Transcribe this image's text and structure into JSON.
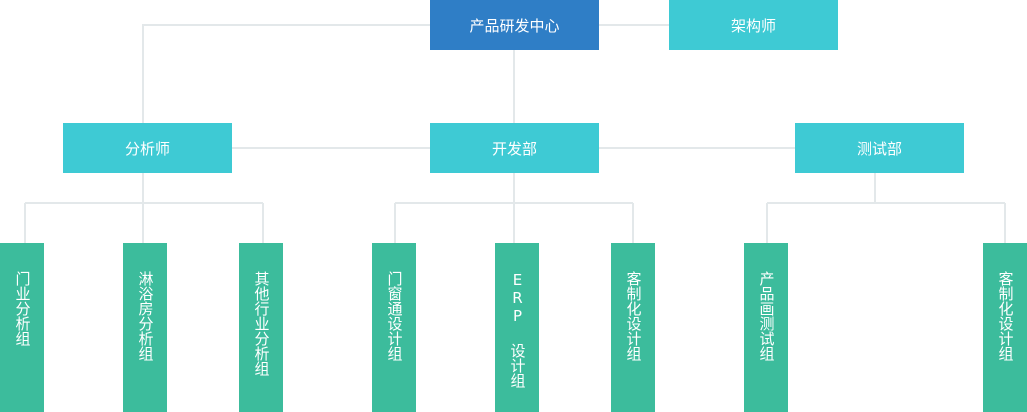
{
  "nodes": {
    "root": "产品研发中心",
    "architect": "架构师",
    "analyst": "分析师",
    "dev": "开发部",
    "test": "测试部"
  },
  "leaves": [
    "门业分析组",
    "淋浴房分析组",
    "其他行业分析组",
    "门窗通设计组",
    "ERP 设计组",
    "客制化设计组",
    "产品画测试组",
    "客制化设计组"
  ],
  "colors": {
    "root": "#2f7ec6",
    "mid": "#3ecad4",
    "leaf": "#3cbc9c",
    "connector": "#e3e8ea"
  }
}
